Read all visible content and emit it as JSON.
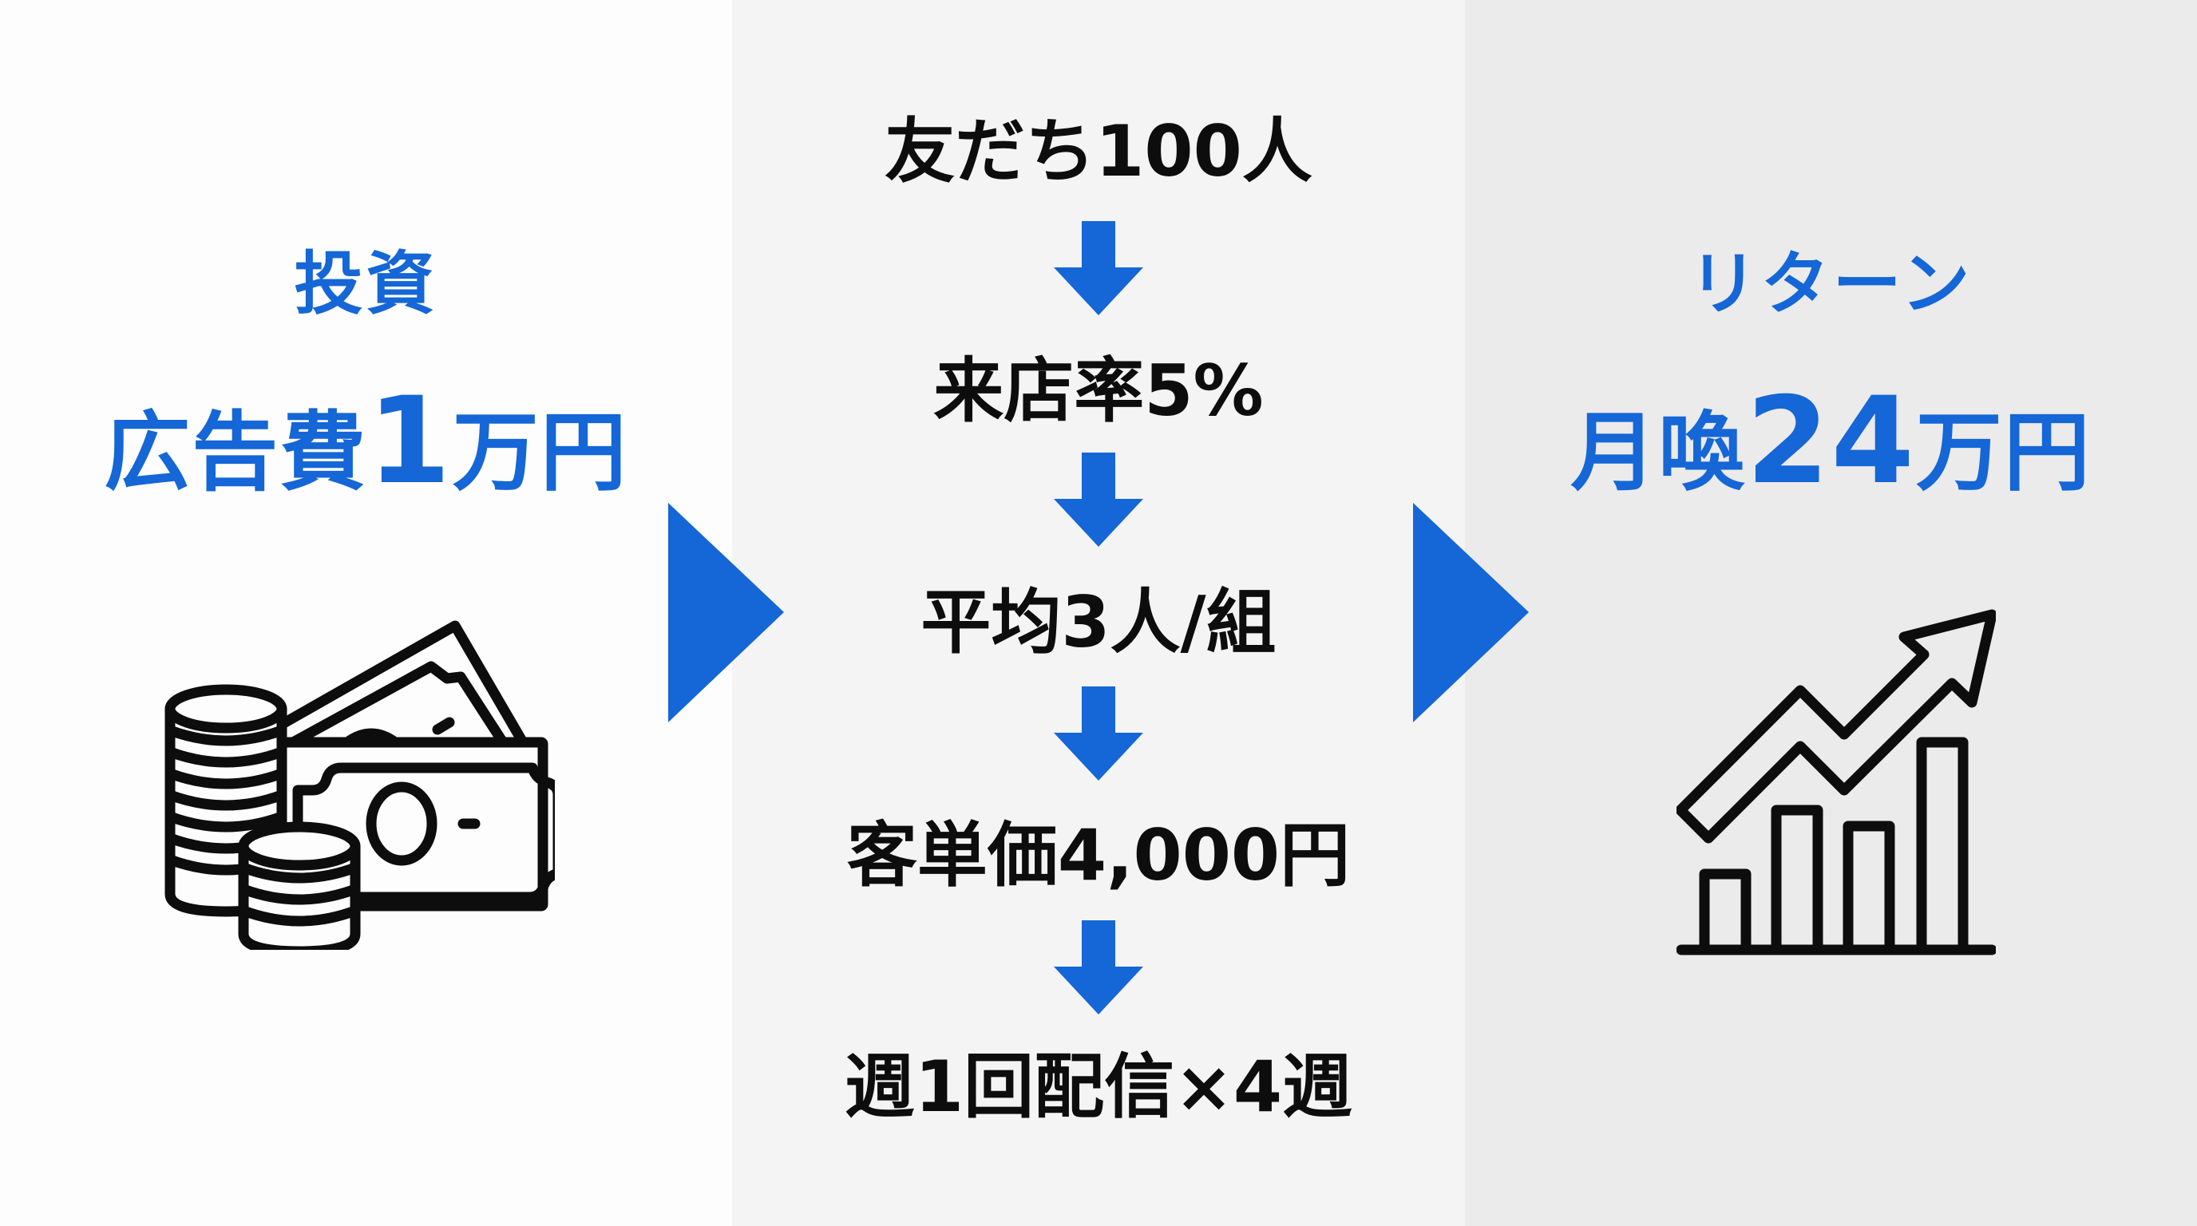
{
  "colors": {
    "accent_blue": "#1566d6",
    "text_dark": "#0d0d0d",
    "panel_left_bg": "#fdfdfd",
    "panel_middle_bg": "#f4f4f4",
    "panel_right_bg": "#ebebeb"
  },
  "investment": {
    "heading": "投資",
    "amount_prefix": "広告費",
    "amount_number": "1",
    "amount_suffix": "万円",
    "icon": "money-coins-bills-icon"
  },
  "flow": {
    "steps": [
      {
        "label": "友だち100人"
      },
      {
        "label": "来店率5%"
      },
      {
        "label": "平均3人/組"
      },
      {
        "label": "客単価4,000円"
      },
      {
        "label": "週1回配信×4週"
      }
    ],
    "connector_icon": "arrow-down-icon"
  },
  "return": {
    "heading": "リターン",
    "amount_prefix": "月喚",
    "amount_number": "24",
    "amount_suffix": "万円",
    "icon": "growth-chart-arrow-icon"
  },
  "transition_icons": [
    "triangle-right-icon",
    "triangle-right-icon"
  ]
}
